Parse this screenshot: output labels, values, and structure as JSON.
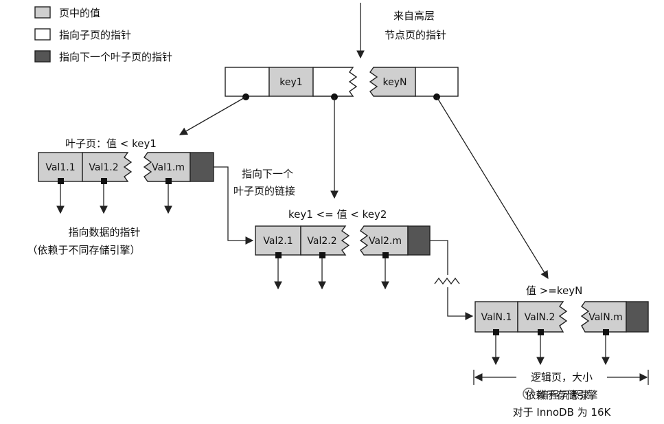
{
  "legend": {
    "value_in_page": "页中的值",
    "pointer_to_child": "指向子页的指针",
    "pointer_to_next_leaf": "指向下一个叶子页的指针"
  },
  "root_pointer_label": [
    "来自高层",
    "节点页的指针"
  ],
  "root_node": {
    "key1": "key1",
    "keyN": "keyN"
  },
  "leaf1": {
    "caption": "叶子页：值 < key1",
    "values": [
      "Val1.1",
      "Val1.2",
      "Val1.m"
    ]
  },
  "leaf2": {
    "caption": "key1 <= 值 < key2",
    "values": [
      "Val2.1",
      "Val2.2",
      "Val2.m"
    ]
  },
  "leafN": {
    "caption": "值 >=keyN",
    "values": [
      "ValN.1",
      "ValN.2",
      "ValN.m"
    ]
  },
  "next_leaf_link_label": [
    "指向下一个",
    "叶子页的链接"
  ],
  "data_pointer_label": [
    "指向数据的指针",
    "（依赖于不同存储引擎）"
  ],
  "logical_page_label": [
    "逻辑页，大小",
    "依赖于存储引擎",
    "对于 InnoDB 为 16K"
  ],
  "watermark": "编程沉思录",
  "colors": {
    "value_cell": "#cfcfcf",
    "pointer_cell": "#ffffff",
    "next_cell": "#555555"
  }
}
